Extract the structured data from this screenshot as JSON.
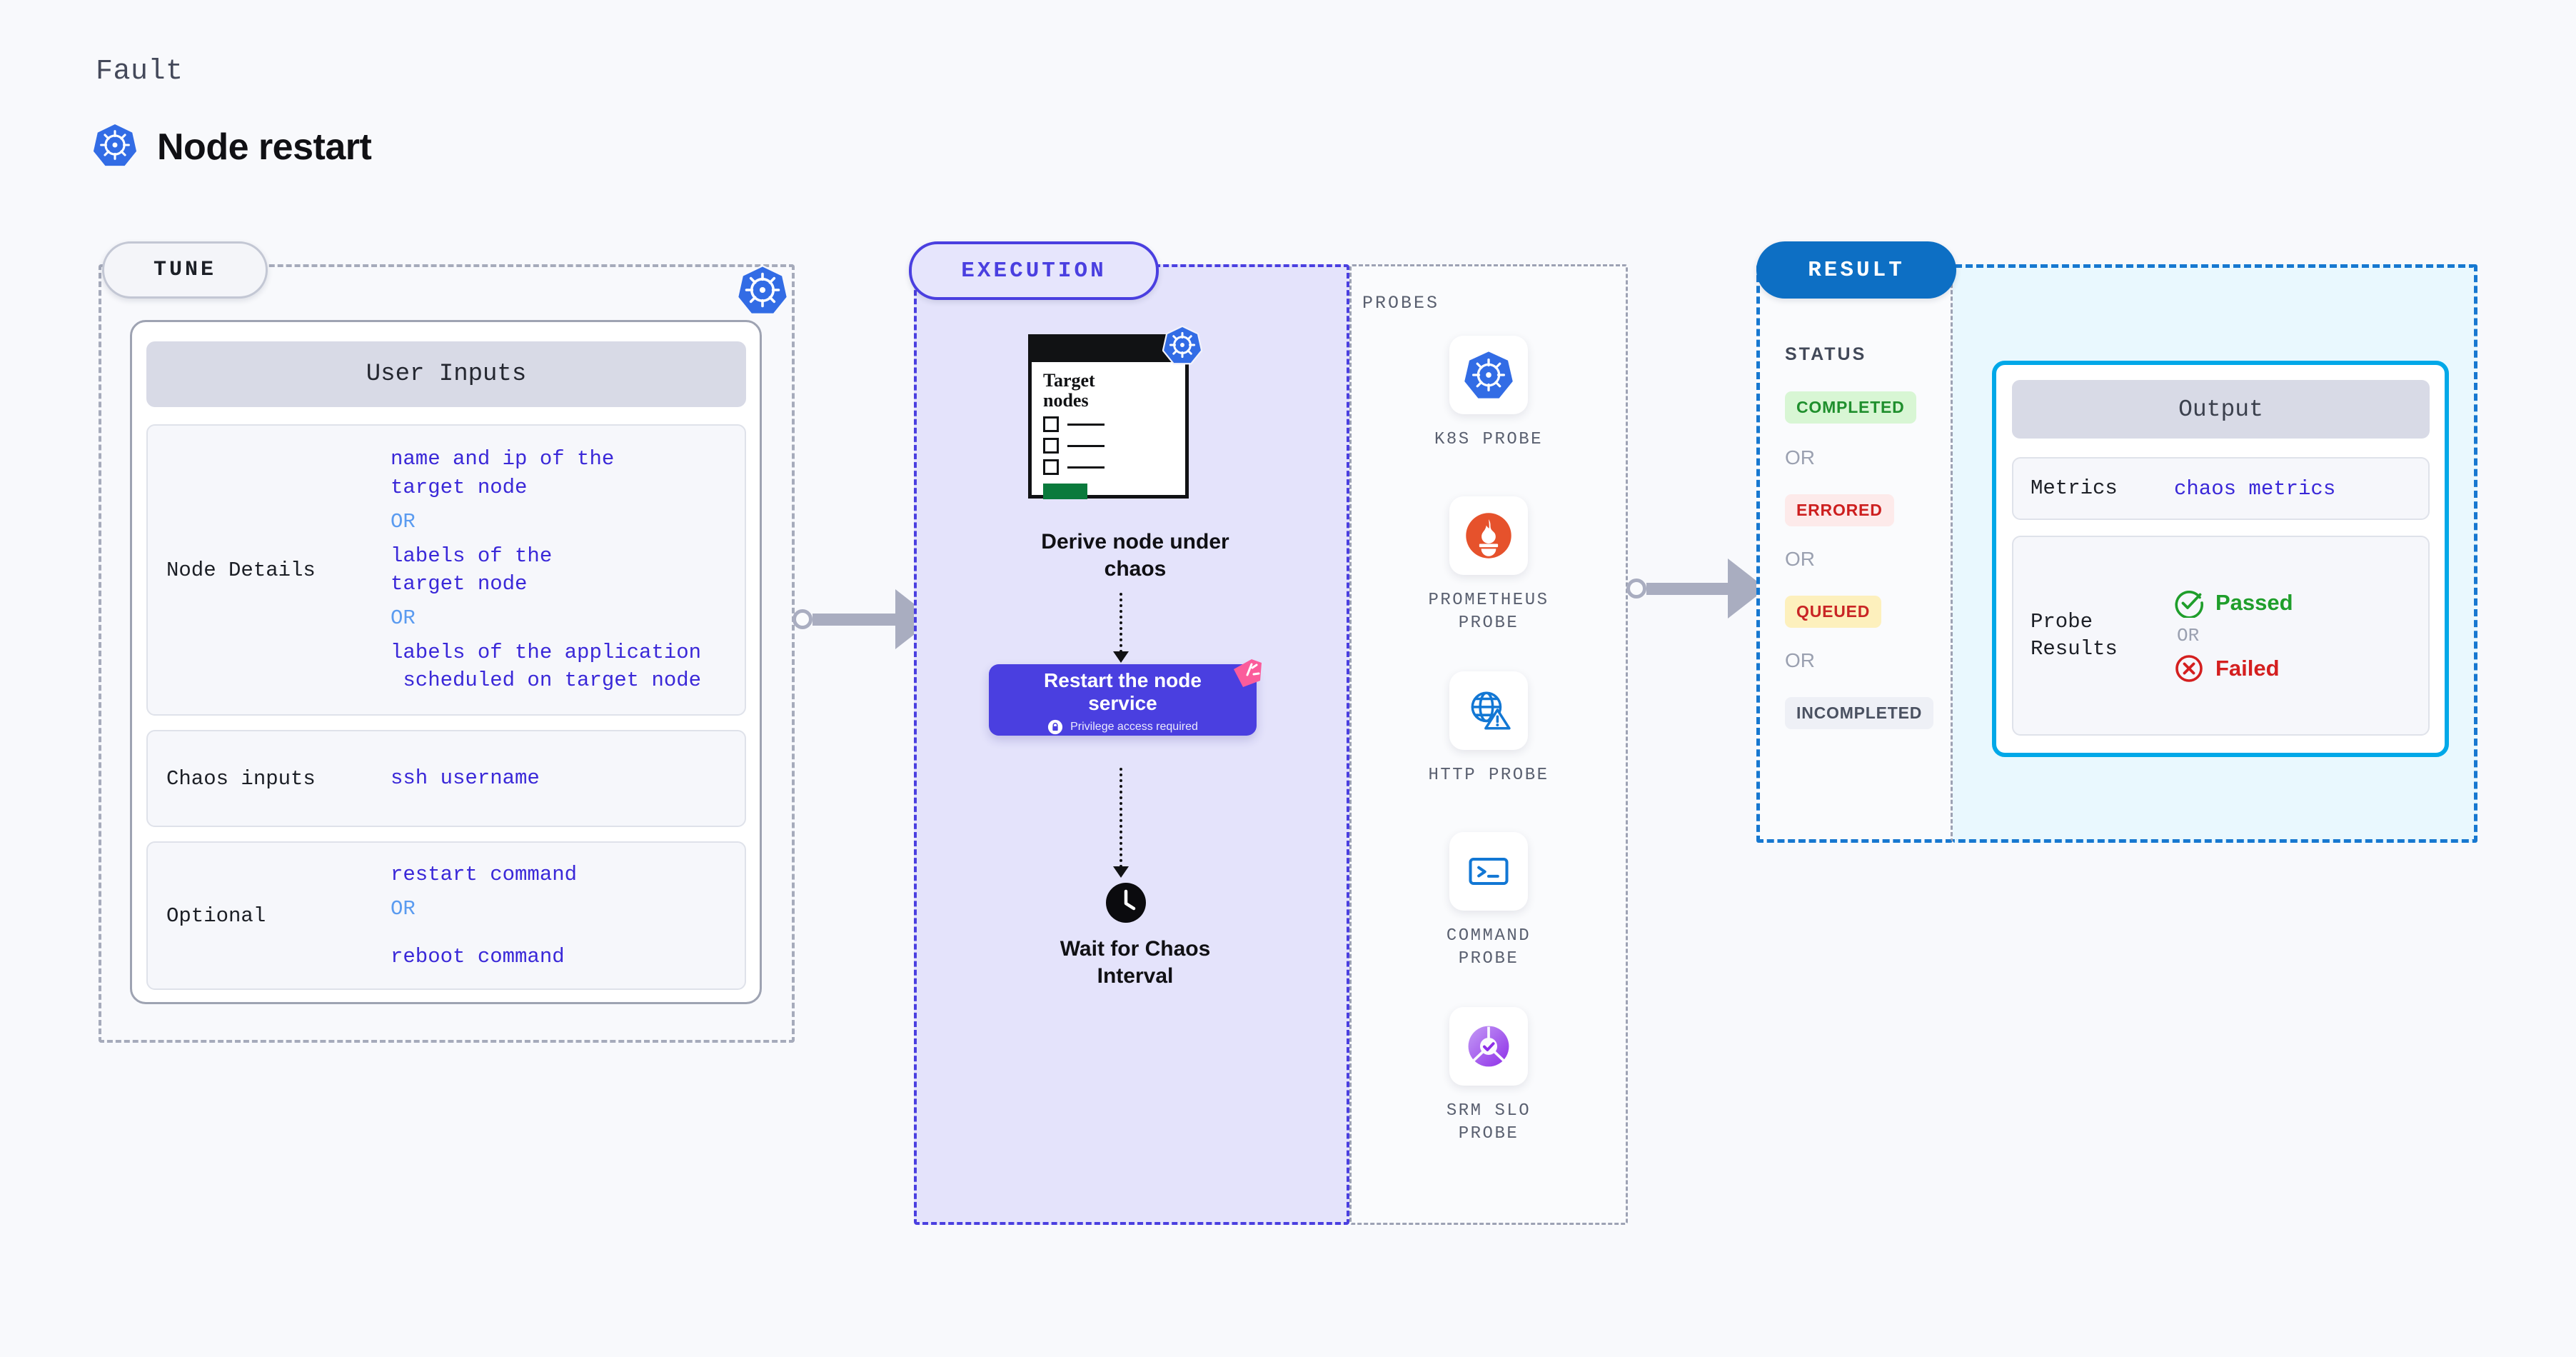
{
  "header": {
    "eyebrow": "Fault",
    "title": "Node restart",
    "icon": "kubernetes-icon"
  },
  "tune": {
    "pill_label": "TUNE",
    "badge_icon": "kubernetes-icon",
    "card_title": "User Inputs",
    "rows": [
      {
        "key": "Node Details",
        "values": [
          {
            "text": "name and ip of the\ntarget node",
            "kind": "primary"
          },
          {
            "text": "OR",
            "kind": "or"
          },
          {
            "text": "labels of the\ntarget node",
            "kind": "primary"
          },
          {
            "text": "OR",
            "kind": "or"
          },
          {
            "text": "labels of the application\n scheduled on target node",
            "kind": "primary"
          }
        ]
      },
      {
        "key": "Chaos inputs",
        "values": [
          {
            "text": "ssh username",
            "kind": "primary"
          }
        ]
      },
      {
        "key": "Optional",
        "values": [
          {
            "text": "restart command",
            "kind": "primary"
          },
          {
            "text": "OR",
            "kind": "or"
          },
          {
            "text": "reboot command",
            "kind": "primary"
          }
        ]
      }
    ]
  },
  "execution": {
    "pill_label": "EXECUTION",
    "target_doc": {
      "title": "Target\nnodes",
      "badge_icon": "kubernetes-icon",
      "checkbox_rows": 3
    },
    "derive_label": "Derive node under\nchaos",
    "restart_box": {
      "title": "Restart the node\nservice",
      "note": "Privilege access required",
      "note_icon": "lock-icon",
      "corner_icon": "chaos-fault-badge",
      "bg_color": "#4a3fe0"
    },
    "wait_label": "Wait for Chaos\nInterval",
    "wait_icon": "clock-icon"
  },
  "probes": {
    "section_label": "PROBES",
    "items": [
      {
        "name": "K8S PROBE",
        "icon": "kubernetes-icon"
      },
      {
        "name": "PROMETHEUS\nPROBE",
        "icon": "prometheus-icon"
      },
      {
        "name": "HTTP PROBE",
        "icon": "globe-warning-icon"
      },
      {
        "name": "COMMAND\nPROBE",
        "icon": "terminal-icon"
      },
      {
        "name": "SRM SLO\nPROBE",
        "icon": "srm-slo-icon"
      }
    ]
  },
  "result": {
    "pill_label": "RESULT",
    "status_label": "STATUS",
    "or_label": "OR",
    "statuses": [
      {
        "label": "COMPLETED",
        "bg": "#d8f6d4",
        "fg": "#1f8f2d"
      },
      {
        "label": "ERRORED",
        "bg": "#fdeaea",
        "fg": "#cd1f1f"
      },
      {
        "label": "QUEUED",
        "bg": "#fdf0bd",
        "fg": "#c92525"
      },
      {
        "label": "INCOMPLETED",
        "bg": "#eef0f6",
        "fg": "#4a5161"
      }
    ],
    "output": {
      "card_title": "Output",
      "metrics_key": "Metrics",
      "metrics_value": "chaos metrics",
      "probe_results_key": "Probe\nResults",
      "passed_label": "Passed",
      "passed_icon": "check-circle-icon",
      "or_label": "OR",
      "failed_label": "Failed",
      "failed_icon": "x-circle-icon"
    }
  },
  "colors": {
    "accent_purple": "#4a3fe0",
    "accent_blue": "#0d6fc4",
    "output_border": "#00a8e8",
    "value_text": "#3a28d8",
    "or_text": "#5a9bf0"
  }
}
